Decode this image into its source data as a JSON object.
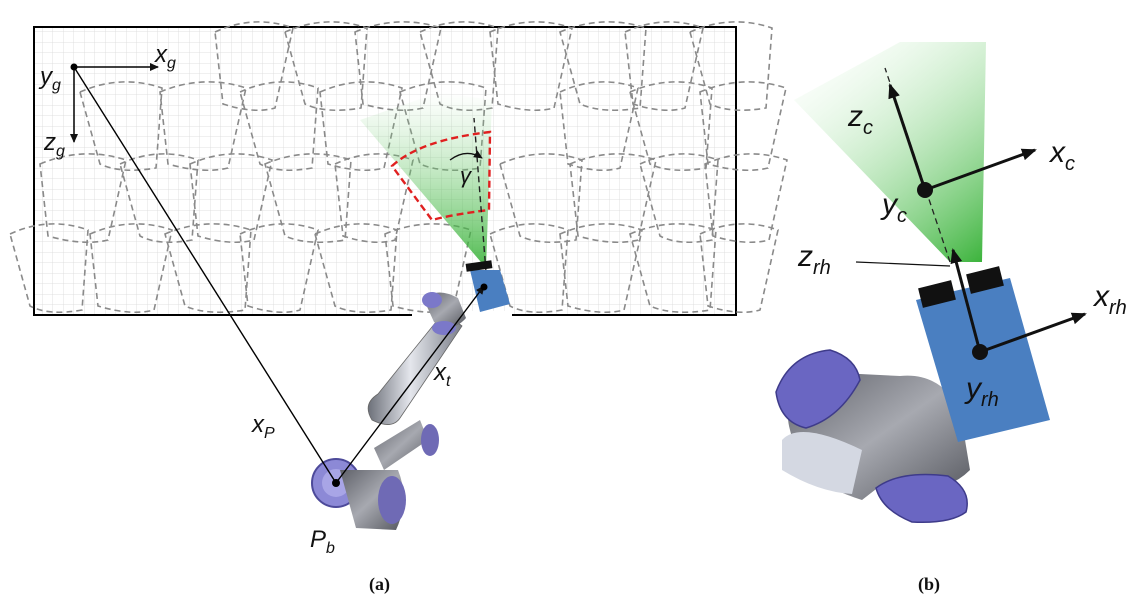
{
  "panel_a": {
    "caption": "(a)",
    "grid_frame": {
      "x_axis": "x",
      "x_sub": "g",
      "y_axis": "y",
      "y_sub": "g",
      "z_axis": "z",
      "z_sub": "g"
    },
    "gamma_label": "γ",
    "x_P_label": "x",
    "x_P_sub": "P",
    "x_t_label": "x",
    "x_t_sub": "t",
    "P_b_label": "P",
    "P_b_sub": "b",
    "colors": {
      "fov_outline": "#e02020",
      "fov_fill": "#3cb43c",
      "sensor": "#4a7fc1",
      "robot_joint": "#7b78c9",
      "robot_link": "#9ea2ad",
      "footprint": "#8a8a8a",
      "grid": "#d9d9d9"
    }
  },
  "panel_b": {
    "caption": "(b)",
    "x_c_label": "x",
    "x_c_sub": "c",
    "y_c_label": "y",
    "y_c_sub": "c",
    "z_c_label": "z",
    "z_c_sub": "c",
    "z_rh_label": "z",
    "z_rh_sub": "rh",
    "x_rh_label": "x",
    "x_rh_sub": "rh",
    "y_rh_label": "y",
    "y_rh_sub": "rh"
  }
}
